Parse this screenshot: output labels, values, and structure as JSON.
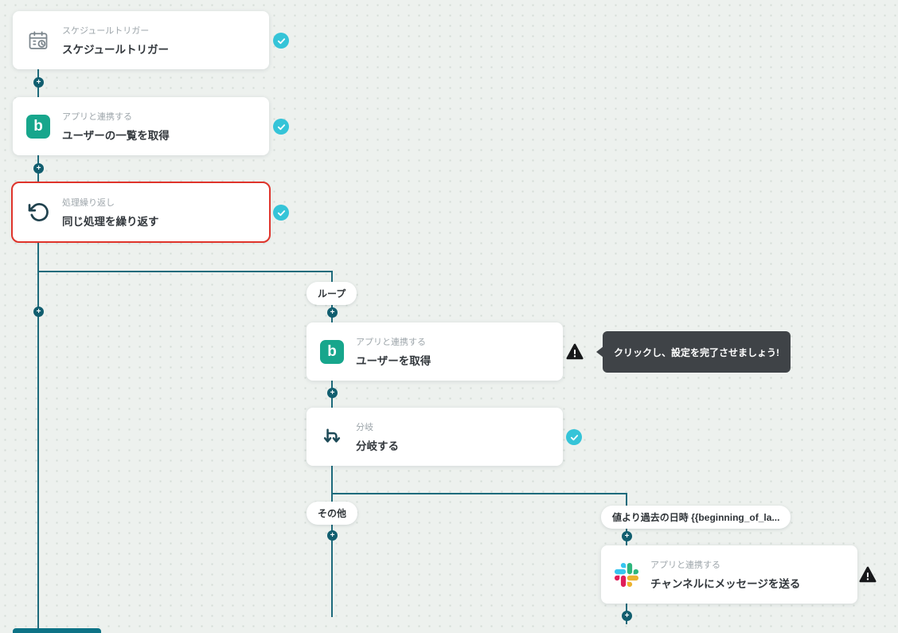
{
  "nodes": [
    {
      "subtitle": "スケジュールトリガー",
      "title": "スケジュールトリガー",
      "icon": "calendar-clock-icon",
      "status": "done"
    },
    {
      "subtitle": "アプリと連携する",
      "title": "ユーザーの一覧を取得",
      "icon": "app-b-icon",
      "status": "done"
    },
    {
      "subtitle": "処理繰り返し",
      "title": "同じ処理を繰り返す",
      "icon": "loop-icon",
      "status": "done",
      "selected": true
    },
    {
      "subtitle": "アプリと連携する",
      "title": "ユーザーを取得",
      "icon": "app-b-icon",
      "status": "warning"
    },
    {
      "subtitle": "分岐",
      "title": "分岐する",
      "icon": "branch-icon",
      "status": "done"
    },
    {
      "subtitle": "アプリと連携する",
      "title": "チャンネルにメッセージを送る",
      "icon": "slack-icon",
      "status": "warning"
    }
  ],
  "app_icon_letter": "b",
  "branch_labels": {
    "loop": "ループ",
    "other": "その他",
    "condition": "値より過去の日時 {{beginning_of_la..."
  },
  "tooltip": {
    "text": "クリックし、設定を完了させましょう!"
  },
  "colors": {
    "background": "#edf1ee",
    "connector": "#1e6b7c",
    "check_badge": "#35c4d8",
    "app_icon": "#17a68c",
    "selected_border": "#df342b",
    "warning": "#17181a",
    "tooltip_bg": "#3f4347"
  }
}
